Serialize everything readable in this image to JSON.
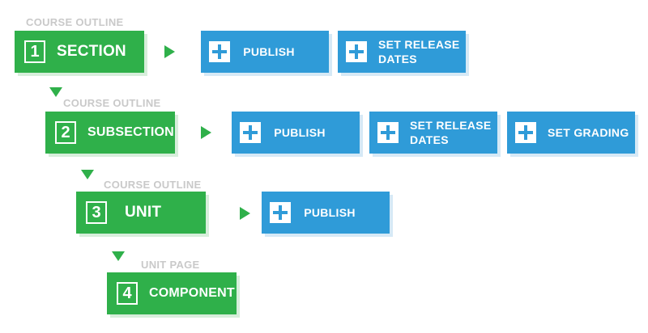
{
  "levels": [
    {
      "label": "COURSE OUTLINE",
      "number": "1",
      "name": "SECTION",
      "actions": [
        "PUBLISH",
        "SET RELEASE DATES"
      ]
    },
    {
      "label": "COURSE OUTLINE",
      "number": "2",
      "name": "SUBSECTION",
      "actions": [
        "PUBLISH",
        "SET RELEASE DATES",
        "SET GRADING"
      ]
    },
    {
      "label": "COURSE OUTLINE",
      "number": "3",
      "name": "UNIT",
      "actions": [
        "PUBLISH"
      ]
    },
    {
      "label": "UNIT PAGE",
      "number": "4",
      "name": "COMPONENT",
      "actions": []
    }
  ],
  "colors": {
    "level_box": "#2fb04a",
    "action_box": "#2f9bd8",
    "label": "#c9c9c9"
  },
  "icons": {
    "action": "plus-icon",
    "flow_down": "triangle-down-icon",
    "flow_right": "triangle-right-icon"
  }
}
